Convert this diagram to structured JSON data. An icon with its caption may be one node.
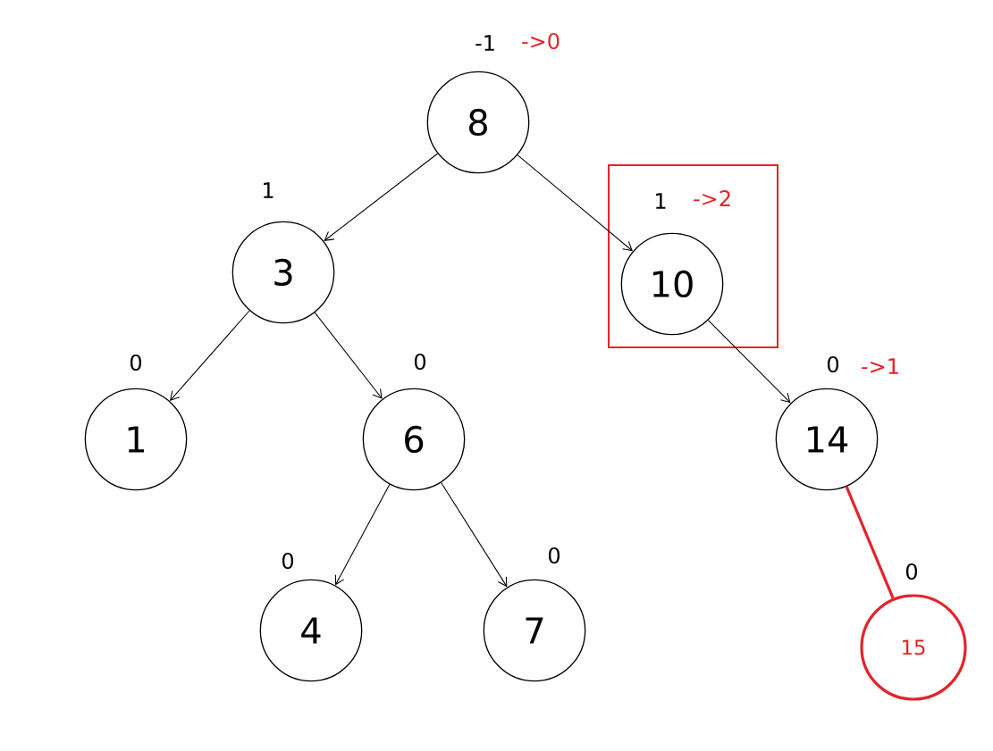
{
  "diagram": {
    "nodes": [
      {
        "text": [
          "8"
        ],
        "beside": [
          "-1",
          "->0"
        ]
      },
      {
        "text": [
          "3"
        ],
        "beside": [
          "1"
        ]
      },
      {
        "text": [],
        "shape": "box"
      },
      {
        "text": [
          "10"
        ],
        "in": 2,
        "beside": [
          "1",
          "->2"
        ]
      },
      {
        "text": [
          "1"
        ],
        "beside": [
          "0"
        ]
      },
      {
        "text": [
          "6"
        ],
        "beside": [
          "0"
        ]
      },
      {
        "text": [
          "14"
        ],
        "beside": [
          "0",
          "->1"
        ]
      },
      {
        "text": [
          "4"
        ],
        "beside": [
          "0"
        ]
      },
      {
        "text": [
          "7"
        ],
        "beside": [
          "0"
        ]
      },
      {
        "text": [
          "15"
        ],
        "beside": [
          "0"
        ]
      }
    ],
    "edges": [
      {
        "from": 0,
        "to": 1,
        "arrow": "to"
      },
      {
        "from": 0,
        "to": 3,
        "arrow": "to"
      },
      {
        "from": 1,
        "to": 4,
        "arrow": "to"
      },
      {
        "from": 1,
        "to": 5,
        "arrow": "to"
      },
      {
        "from": 5,
        "to": 7,
        "arrow": "to"
      },
      {
        "from": 5,
        "to": 8,
        "arrow": "to"
      },
      {
        "from": 3,
        "to": 6,
        "arrow": "to"
      },
      {
        "from": 6,
        "to": 9,
        "arrow": "none",
        "style": "thick",
        "color": "#e52329"
      }
    ]
  }
}
